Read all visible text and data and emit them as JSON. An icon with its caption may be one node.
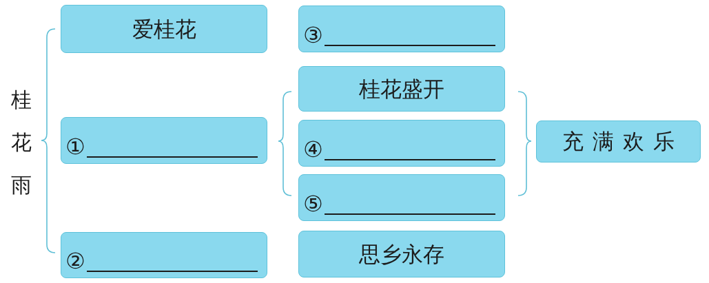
{
  "diagram": {
    "nodes": [
      {
        "text": [
          "爱桂花"
        ]
      },
      {
        "text": [
          "①"
        ]
      },
      {
        "text": [
          "②"
        ]
      },
      {
        "text": [
          "③"
        ]
      },
      {
        "text": [
          "桂花盛开"
        ]
      },
      {
        "text": [
          "④"
        ]
      },
      {
        "text": [
          "⑤"
        ]
      },
      {
        "text": [
          "思乡永存"
        ]
      },
      {
        "text": [
          "充满欢乐"
        ]
      }
    ],
    "labels": [
      "桂花雨"
    ]
  }
}
